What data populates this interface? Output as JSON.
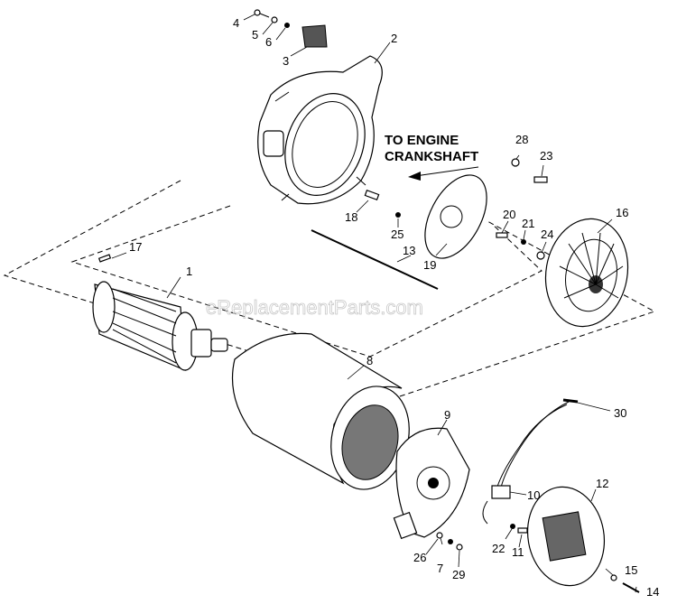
{
  "diagram": {
    "annotation": [
      "TO ENGINE",
      "CRANKSHAFT"
    ],
    "watermark": "eReplacementParts.com",
    "callouts": [
      "1",
      "2",
      "3",
      "4",
      "5",
      "6",
      "7",
      "8",
      "9",
      "10",
      "11",
      "12",
      "13",
      "14",
      "15",
      "16",
      "17",
      "18",
      "19",
      "20",
      "21",
      "22",
      "23",
      "24",
      "25",
      "26",
      "28",
      "29",
      "30"
    ]
  }
}
